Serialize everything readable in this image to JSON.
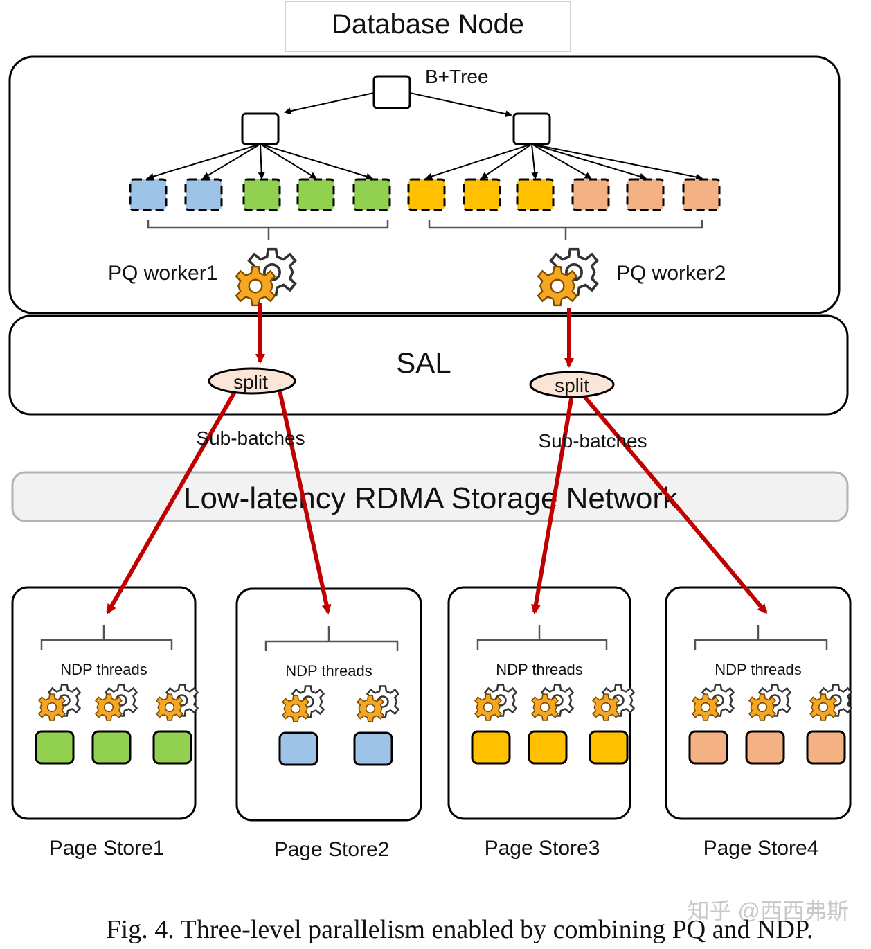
{
  "db_node_label": "Database Node",
  "btree_label": "B+Tree",
  "pq_workers": [
    "PQ worker1",
    "PQ worker2"
  ],
  "sal_label": "SAL",
  "split_label": "split",
  "sub_batches_label": "Sub-batches",
  "network_label": "Low-latency RDMA Storage Network",
  "ndp_threads_label": "NDP threads",
  "page_stores": [
    {
      "name": "Page Store1",
      "color": "#92d050",
      "pages": 3
    },
    {
      "name": "Page Store2",
      "color": "#9dc3e6",
      "pages": 2
    },
    {
      "name": "Page Store3",
      "color": "#ffc000",
      "pages": 3
    },
    {
      "name": "Page Store4",
      "color": "#f4b183",
      "pages": 3
    }
  ],
  "leaf_colors": [
    "#9dc3e6",
    "#9dc3e6",
    "#92d050",
    "#92d050",
    "#92d050",
    "#ffc000",
    "#ffc000",
    "#ffc000",
    "#f4b183",
    "#f4b183",
    "#f4b183"
  ],
  "colors": {
    "arrow": "#c00000",
    "gear": "#f5a623",
    "split_fill": "#fbe5d6",
    "network_fill": "#f2f2f2"
  },
  "watermark": "知乎 @西西弗斯",
  "caption": "Fig. 4.   Three-level parallelism enabled by combining PQ and NDP."
}
